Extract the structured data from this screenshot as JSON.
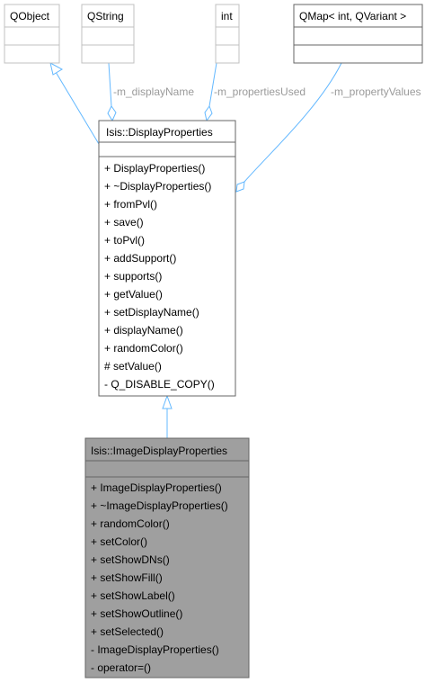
{
  "classes": {
    "qobject": {
      "title": "QObject"
    },
    "qstring": {
      "title": "QString"
    },
    "int_type": {
      "title": "int"
    },
    "qmap": {
      "title": "QMap< int, QVariant >"
    },
    "display_properties": {
      "title": "Isis::DisplayProperties",
      "members": [
        "+  DisplayProperties()",
        "+  ~DisplayProperties()",
        "+  fromPvl()",
        "+  save()",
        "+  toPvl()",
        "+  addSupport()",
        "+  supports()",
        "+  getValue()",
        "+  setDisplayName()",
        "+  displayName()",
        "+  randomColor()",
        "#  setValue()",
        "-  Q_DISABLE_COPY()"
      ]
    },
    "image_display_properties": {
      "title": "Isis::ImageDisplayProperties",
      "members": [
        "+  ImageDisplayProperties()",
        "+  ~ImageDisplayProperties()",
        "+  randomColor()",
        "+  setColor()",
        "+  setShowDNs()",
        "+  setShowFill()",
        "+  setShowLabel()",
        "+  setShowOutline()",
        "+  setSelected()",
        "-  ImageDisplayProperties()",
        "-  operator=()"
      ]
    }
  },
  "edges": {
    "display_name": "-m_displayName",
    "properties_used": "-m_propertiesUsed",
    "property_values": "-m_propertyValues"
  },
  "colors": {
    "edge": "#63b8ff",
    "box_border_light": "#c0c0c0",
    "box_border_dark": "#666666",
    "highlight_fill": "#9f9f9f"
  }
}
